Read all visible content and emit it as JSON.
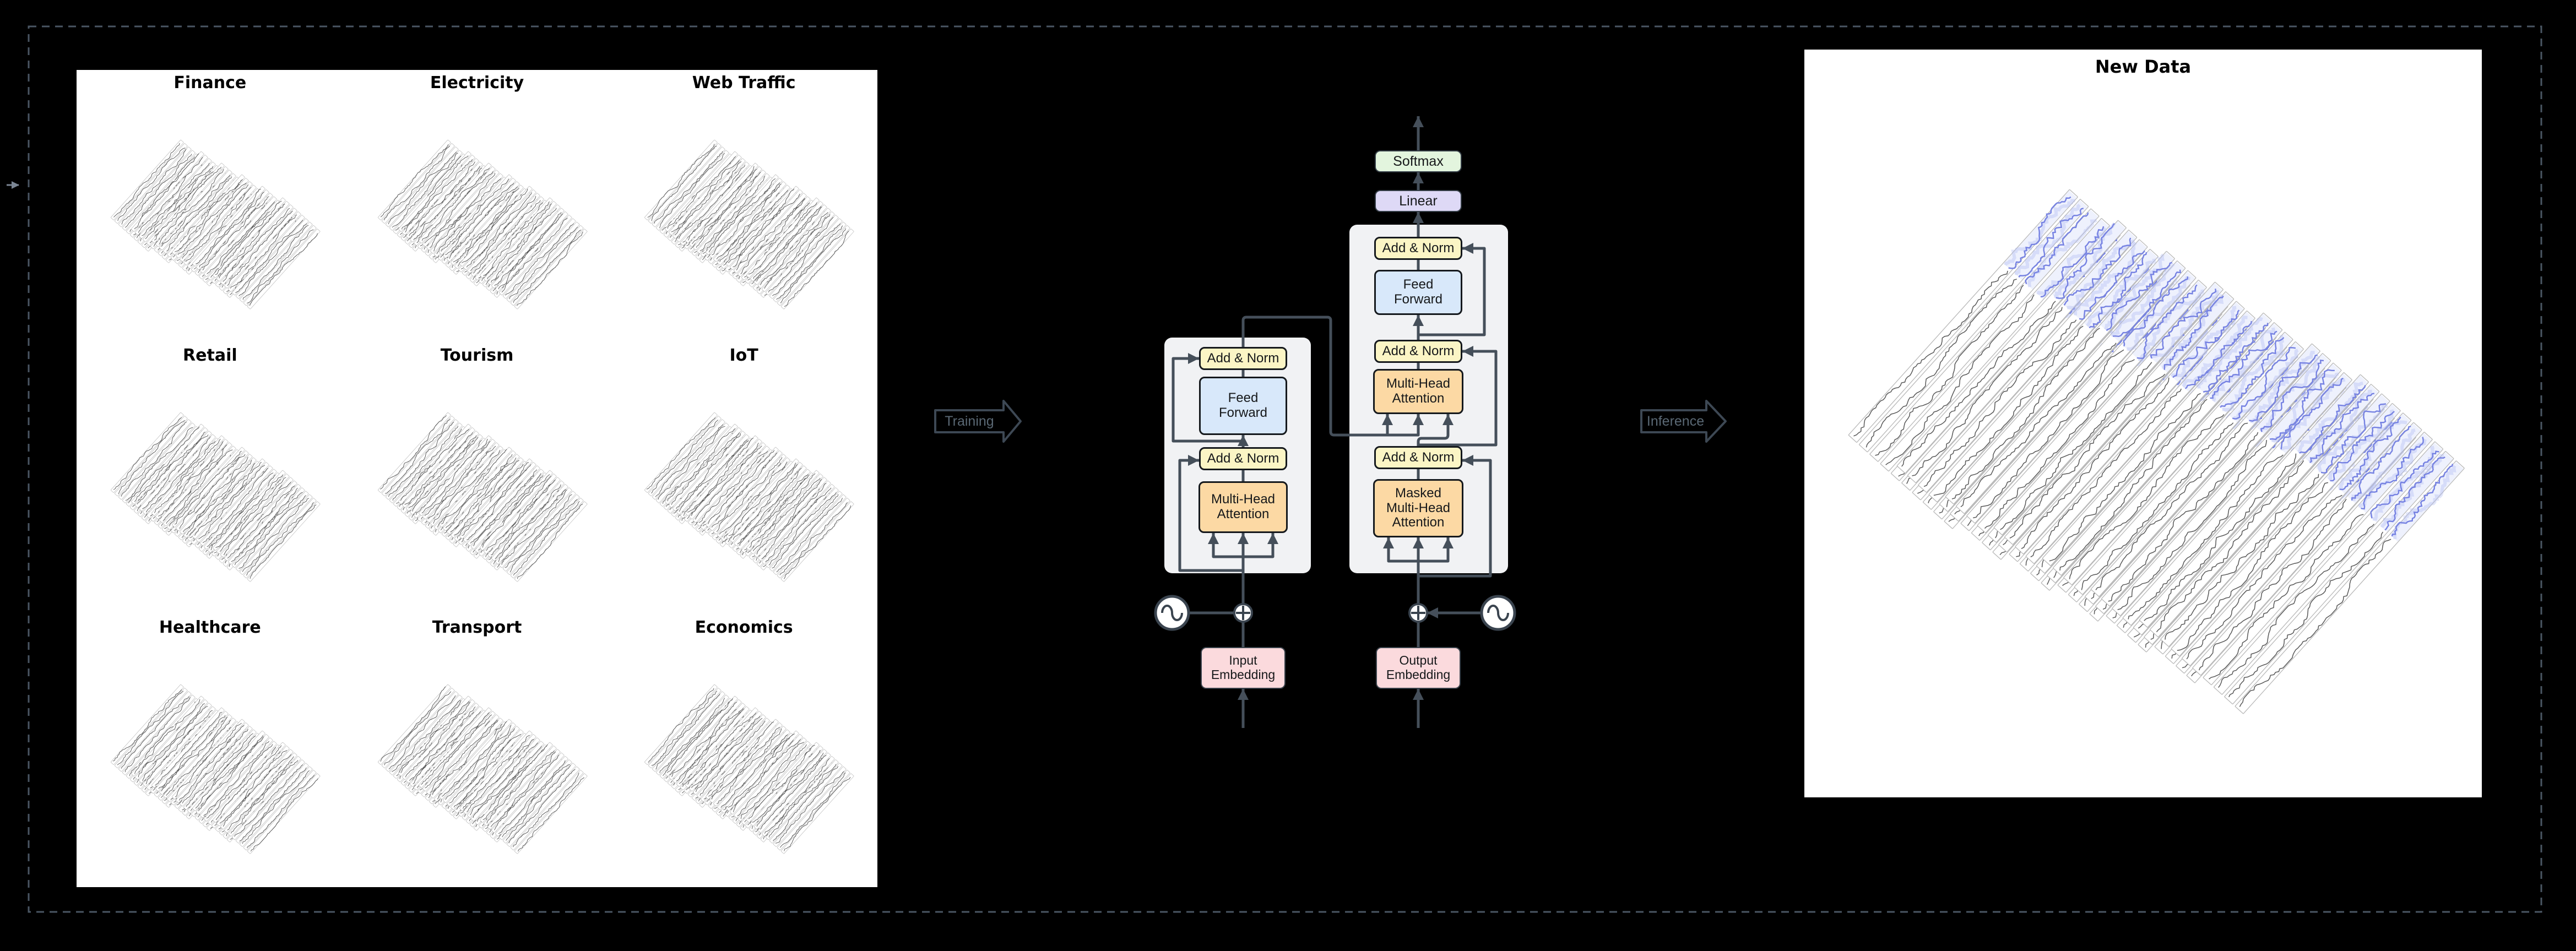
{
  "figure": {
    "background": "#000000",
    "outer_border_color": "#4a5663",
    "left_panel": {
      "domains": [
        "Finance",
        "Electricity",
        "Web Traffic",
        "Retail",
        "Tourism",
        "IoT",
        "Healthcare",
        "Transport",
        "Economics"
      ]
    },
    "training_arrow": {
      "label": "Training"
    },
    "inference_arrow": {
      "label": "Inference"
    },
    "right_panel": {
      "title": "New Data"
    },
    "transformer": {
      "softmax": "Softmax",
      "linear": "Linear",
      "add_norm": "Add & Norm",
      "feed_forward": "Feed\nForward",
      "multi_head_attention": "Multi-Head\nAttention",
      "masked_multi_head_attention": "Masked\nMulti-Head\nAttention",
      "input_embedding": "Input\nEmbedding",
      "output_embedding": "Output\nEmbedding"
    },
    "colors": {
      "softmax": "#e3f5de",
      "linear": "#ded9f6",
      "add_norm": "#fbf5c5",
      "feed_forward": "#d8e8fa",
      "attention": "#fcd9a4",
      "embedding": "#fbdadd",
      "panel": "#f1f2f4",
      "line": "#454f5a",
      "history_series": "#474747",
      "forecast_series": "#7682e2",
      "forecast_glow": "#aab4f2",
      "forecast_band": "#eef1fd",
      "sheet_border": "#b9b9b9"
    },
    "illustration": {
      "domain_grid": {
        "sheets_per_group": 6,
        "series_per_sheet": 10
      },
      "new_data": {
        "sheets": 7,
        "series_per_sheet": 10,
        "forecast_fraction": 0.3
      }
    }
  }
}
